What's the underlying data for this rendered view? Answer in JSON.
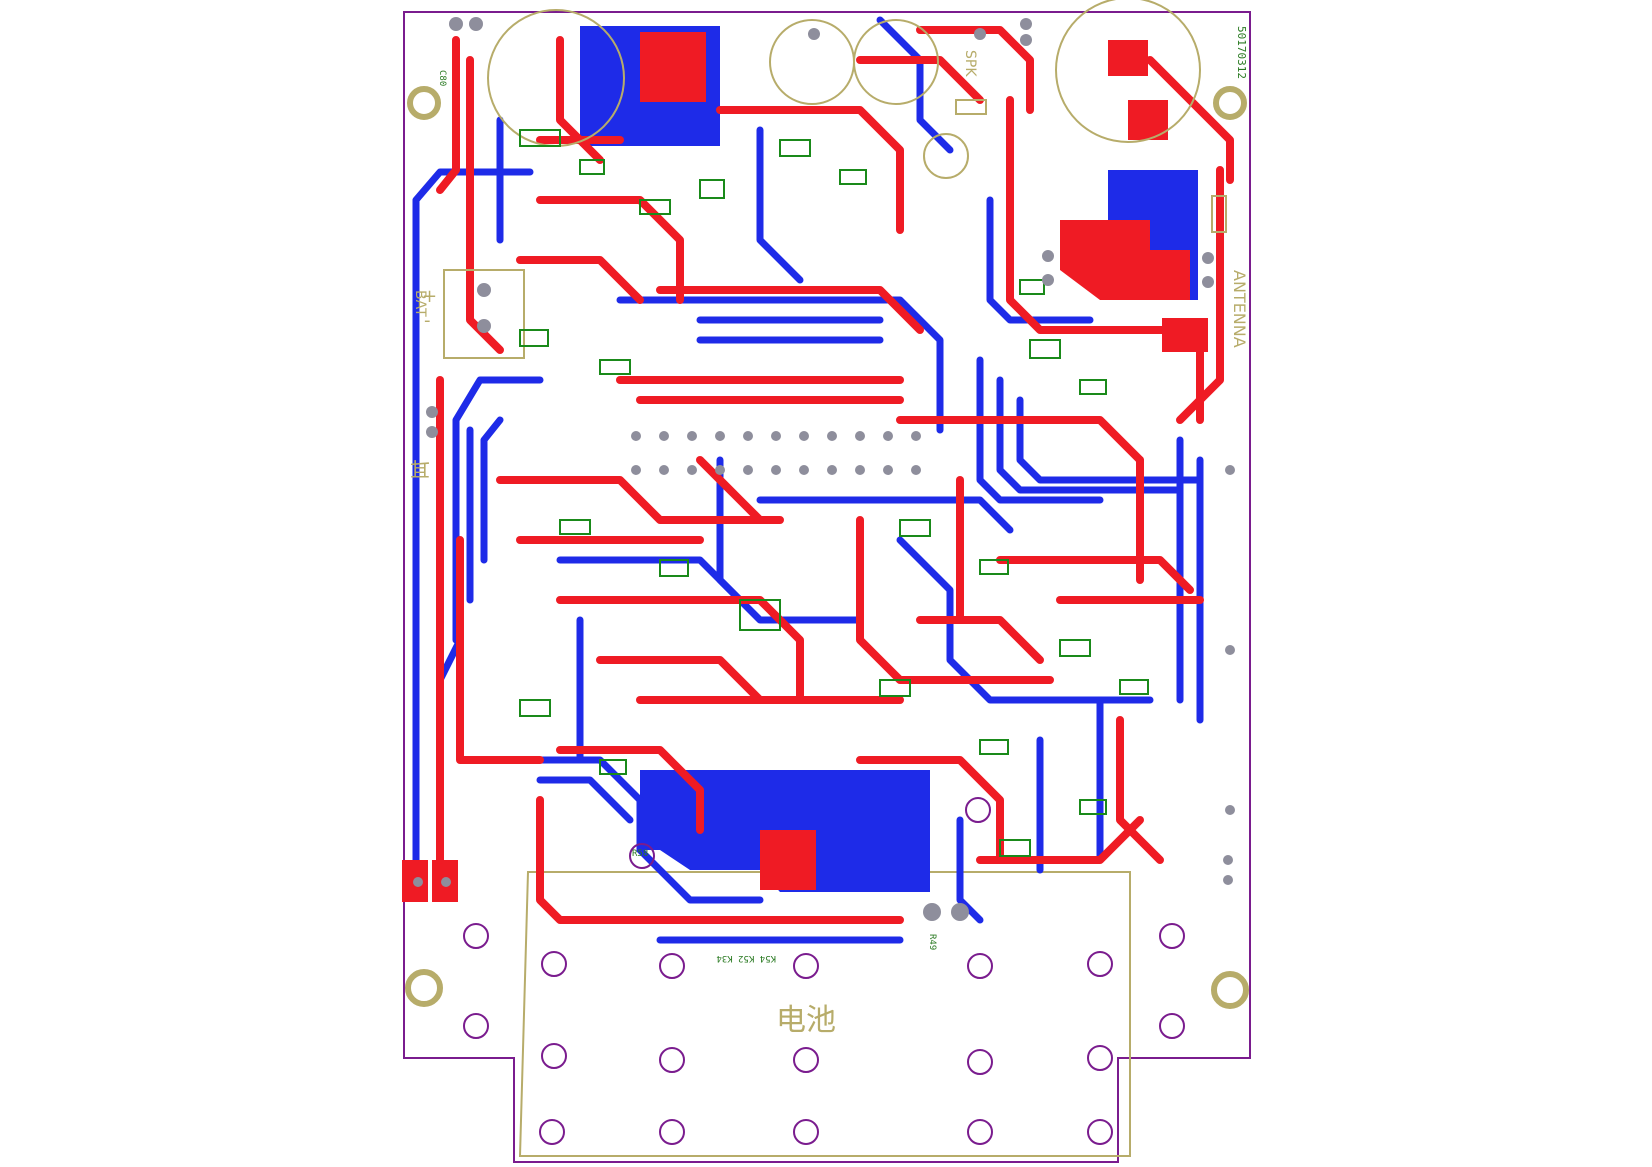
{
  "board": {
    "code": "50170312",
    "battery_zone_label": "电池",
    "labels": {
      "speaker": "SPK",
      "antenna": "ANTENNA",
      "battery": "BAT",
      "plus": "+",
      "minus": "-",
      "ear": "耳",
      "keys": "K54 K52 K34",
      "ref_c80": "C80",
      "ref_r58": "R58",
      "ref_r49": "R49"
    }
  },
  "colors": {
    "outline": "#7a1c8e",
    "top_copper": "#ef1b24",
    "bottom_copper": "#1e2be8",
    "silkscreen": "#b7ac6a",
    "pad": "#8e8e9c",
    "component_outline": "#1a8a1a",
    "background": "#ffffff"
  }
}
